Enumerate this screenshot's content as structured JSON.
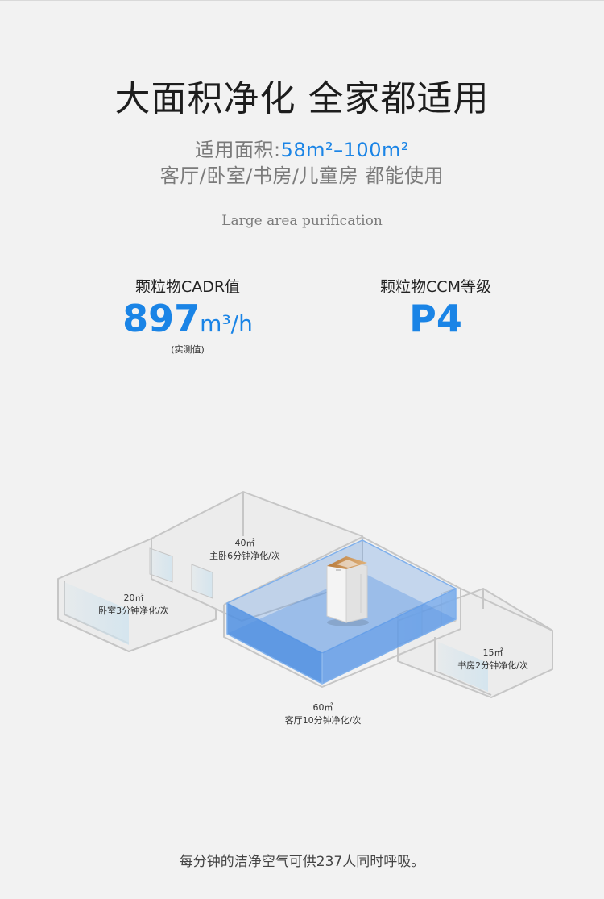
{
  "header": {
    "title": "大面积净化 全家都适用",
    "area_label": "适用面积:",
    "area_value": "58m²–100m²",
    "rooms_line": "客厅/卧室/书房/儿童房 都能使用",
    "english": "Large area purification"
  },
  "stats": [
    {
      "label": "颗粒物CADR值",
      "value": "897",
      "unit": "m³/h",
      "note": "(实测值)"
    },
    {
      "label": "颗粒物CCM等级",
      "value": "P4"
    }
  ],
  "rooms": [
    {
      "area": "40㎡",
      "desc": "主卧6分钟净化/次"
    },
    {
      "area": "20㎡",
      "desc": "卧室3分钟净化/次"
    },
    {
      "area": "15㎡",
      "desc": "书房2分钟净化/次"
    },
    {
      "area": "60㎡",
      "desc": "客厅10分钟净化/次"
    }
  ],
  "footer": {
    "text": "每分钟的洁净空气可供237人同时呼吸。"
  },
  "colors": {
    "accent": "#1a84e6",
    "room_fill": "#4f8fe2"
  }
}
